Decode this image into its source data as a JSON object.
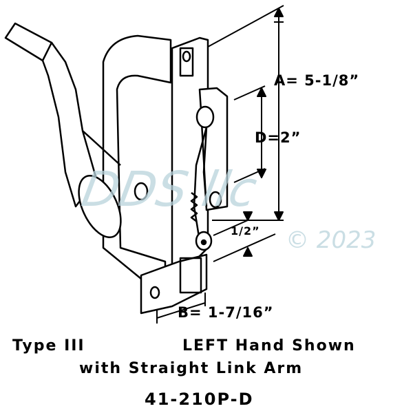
{
  "dimensions": {
    "a": "A=  5-1/8”",
    "d": "D=2”",
    "half": "1/2”",
    "b": "B=  1-7/16”"
  },
  "caption": {
    "type": "Type III",
    "hand": "LEFT Hand Shown",
    "arm": "with Straight Link Arm",
    "part_number": "41-210P-D"
  },
  "watermark": {
    "brand": "DDS llc",
    "year": "© 2023"
  },
  "colors": {
    "line": "#000000",
    "watermark": "#b9d3dc"
  }
}
